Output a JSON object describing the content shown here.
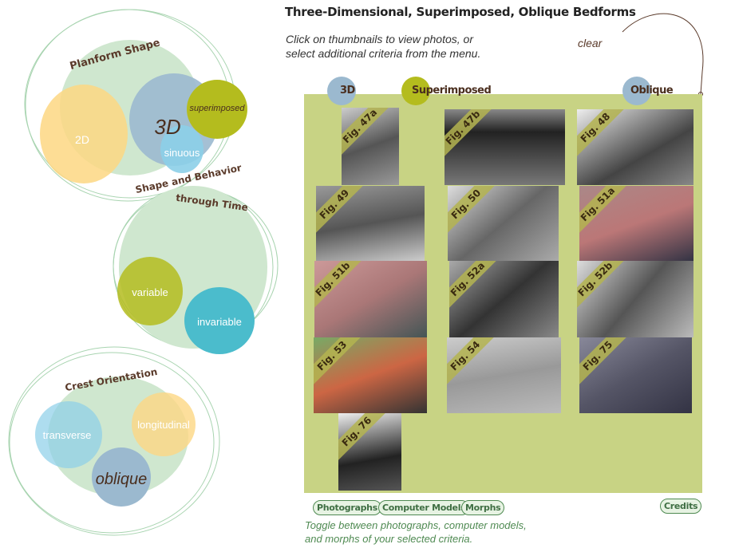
{
  "header": {
    "title": "Three-Dimensional, Superimposed, Oblique Bedforms",
    "instructions": [
      "Click on thumbnails to view photos, or",
      "select additional criteria from the menu."
    ],
    "clear": "clear"
  },
  "diagram": {
    "planform": {
      "title": "Planform Shape",
      "items": [
        "2D",
        "3D",
        "superimposed",
        "sinuous"
      ]
    },
    "behavior": {
      "title1": "Shape and Behavior",
      "title2": "through Time",
      "items": [
        "variable",
        "invariable"
      ]
    },
    "crest": {
      "title": "Crest Orientation",
      "items": [
        "transverse",
        "longitudinal",
        "oblique"
      ]
    }
  },
  "selected": [
    "3D",
    "Superimposed",
    "Oblique"
  ],
  "thumbnails": [
    "Fig. 47a",
    "Fig. 47b",
    "Fig. 48",
    "Fig. 49",
    "Fig. 50",
    "Fig. 51a",
    "Fig. 51b",
    "Fig. 52a",
    "Fig. 52b",
    "Fig. 53",
    "Fig. 54",
    "Fig. 75",
    "Fig. 76"
  ],
  "footer": {
    "buttons": [
      "Photographs",
      "Computer Models",
      "Morphs"
    ],
    "credits": "Credits",
    "toggle": [
      "Toggle between photographs, computer models,",
      "and morphs of your selected criteria."
    ]
  },
  "colors": {
    "panel": "#c8d384",
    "green": "#cfe7cf",
    "blue": "#9bb9cf",
    "olive": "#b4bc1e",
    "yellow": "#fdd783",
    "teal": "#4bbccc"
  }
}
